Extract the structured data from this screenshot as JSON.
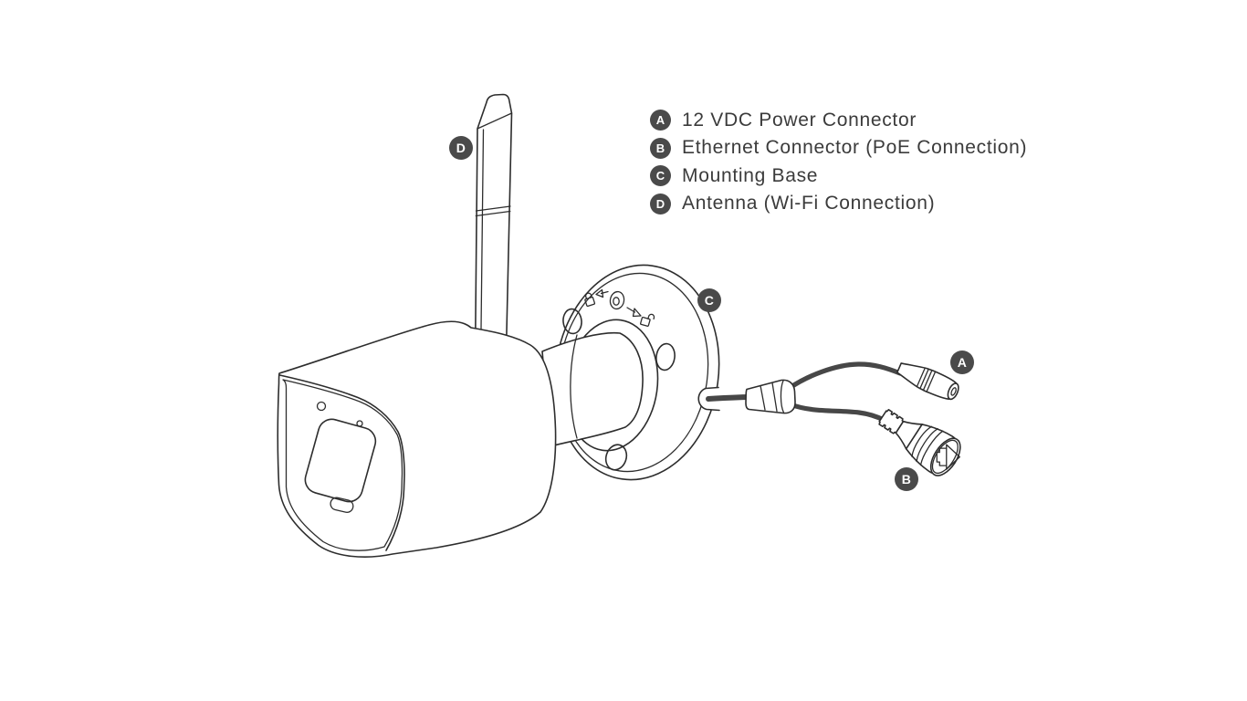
{
  "legend": {
    "items": [
      {
        "key": "A",
        "label": "12 VDC Power Connector"
      },
      {
        "key": "B",
        "label": "Ethernet Connector (PoE Connection)"
      },
      {
        "key": "C",
        "label": "Mounting Base"
      },
      {
        "key": "D",
        "label": "Antenna (Wi-Fi Connection)"
      }
    ]
  },
  "figure_markers": [
    {
      "key": "A"
    },
    {
      "key": "B"
    },
    {
      "key": "C"
    },
    {
      "key": "D"
    }
  ],
  "colors": {
    "badge": "#4a4a4a",
    "badge-text": "#ffffff",
    "line": "#2d2d2d",
    "cable": "#474747",
    "text": "#3b3b3b",
    "background": "#ffffff"
  }
}
